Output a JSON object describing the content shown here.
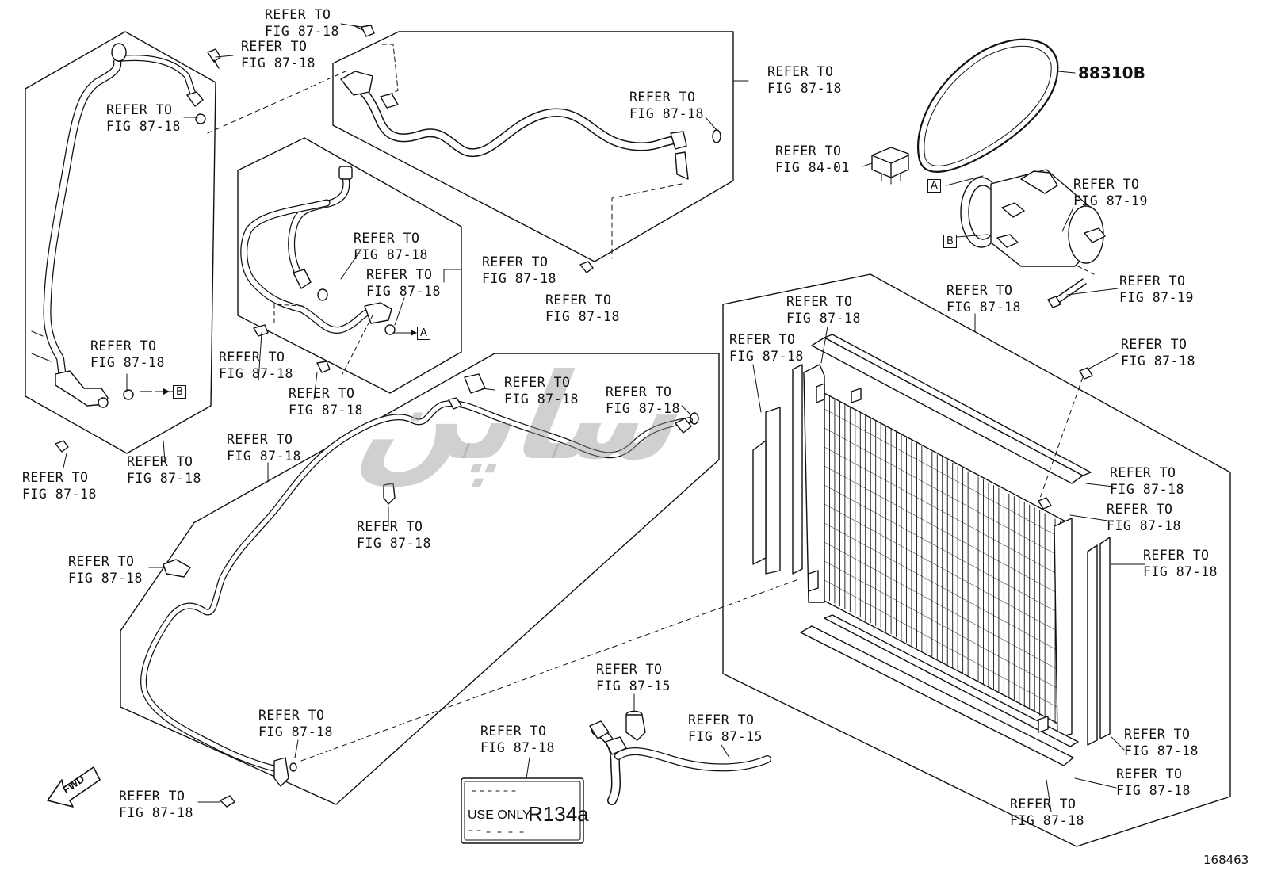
{
  "refer_labels": [
    {
      "id": "r1",
      "line1": "REFER TO",
      "line2": "FIG 87-18"
    },
    {
      "id": "r2",
      "line1": "REFER TO",
      "line2": "FIG 87-18"
    },
    {
      "id": "r3",
      "line1": "REFER TO",
      "line2": "FIG 87-18"
    },
    {
      "id": "r4",
      "line1": "REFER TO",
      "line2": "FIG 87-18"
    },
    {
      "id": "r5",
      "line1": "REFER TO",
      "line2": "FIG 87-18"
    },
    {
      "id": "r6",
      "line1": "REFER TO",
      "line2": "FIG 84-01"
    },
    {
      "id": "r7",
      "line1": "REFER TO",
      "line2": "FIG 87-19"
    },
    {
      "id": "r8",
      "line1": "REFER TO",
      "line2": "FIG 87-18"
    },
    {
      "id": "r9",
      "line1": "REFER TO",
      "line2": "FIG 87-18"
    },
    {
      "id": "r10",
      "line1": "REFER TO",
      "line2": "FIG 87-18"
    },
    {
      "id": "r11",
      "line1": "REFER TO",
      "line2": "FIG 87-18"
    },
    {
      "id": "r12",
      "line1": "REFER TO",
      "line2": "FIG 87-19"
    },
    {
      "id": "r13",
      "line1": "REFER TO",
      "line2": "FIG 87-18"
    },
    {
      "id": "r14",
      "line1": "REFER TO",
      "line2": "FIG 87-18"
    },
    {
      "id": "r15",
      "line1": "REFER TO",
      "line2": "FIG 87-18"
    },
    {
      "id": "r16",
      "line1": "REFER TO",
      "line2": "FIG 87-18"
    },
    {
      "id": "r17",
      "line1": "REFER TO",
      "line2": "FIG 87-18"
    },
    {
      "id": "r18",
      "line1": "REFER TO",
      "line2": "FIG 87-18"
    },
    {
      "id": "r19",
      "line1": "REFER TO",
      "line2": "FIG 87-18"
    },
    {
      "id": "r20",
      "line1": "REFER TO",
      "line2": "FIG 87-18"
    },
    {
      "id": "r21",
      "line1": "REFER TO",
      "line2": "FIG 87-18"
    },
    {
      "id": "r22",
      "line1": "REFER TO",
      "line2": "FIG 87-18"
    },
    {
      "id": "r23",
      "line1": "REFER TO",
      "line2": "FIG 87-18"
    },
    {
      "id": "r24",
      "line1": "REFER TO",
      "line2": "FIG 87-18"
    },
    {
      "id": "r25",
      "line1": "REFER TO",
      "line2": "FIG 87-18"
    },
    {
      "id": "r26",
      "line1": "REFER TO",
      "line2": "FIG 87-18"
    },
    {
      "id": "r27",
      "line1": "REFER TO",
      "line2": "FIG 87-18"
    },
    {
      "id": "r28",
      "line1": "REFER TO",
      "line2": "FIG 87-18"
    },
    {
      "id": "r29",
      "line1": "REFER TO",
      "line2": "FIG 87-18"
    },
    {
      "id": "r30",
      "line1": "REFER TO",
      "line2": "FIG 87-18"
    },
    {
      "id": "r31",
      "line1": "REFER TO",
      "line2": "FIG 87-15"
    },
    {
      "id": "r32",
      "line1": "REFER TO",
      "line2": "FIG 87-15"
    },
    {
      "id": "r33",
      "line1": "REFER TO",
      "line2": "FIG 87-18"
    },
    {
      "id": "r34",
      "line1": "REFER TO",
      "line2": "FIG 87-18"
    },
    {
      "id": "r35",
      "line1": "REFER TO",
      "line2": "FIG 87-18"
    },
    {
      "id": "r36",
      "line1": "REFER TO",
      "line2": "FIG 87-18"
    }
  ],
  "part_number": "88310B",
  "diagram_id": "168463",
  "connector_a": "A",
  "connector_b": "B",
  "fwd_label": "FWD",
  "sticker": {
    "use_only": "USE ONLY",
    "refrigerant": "R134a"
  },
  "watermark": "ﺳﺎﭘﻦ"
}
